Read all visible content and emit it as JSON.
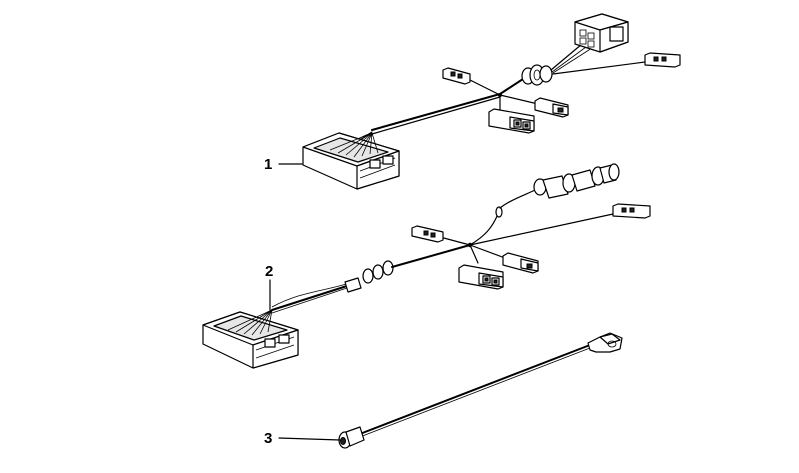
{
  "callouts": [
    {
      "id": "part-1",
      "label": "1"
    },
    {
      "id": "part-2",
      "label": "2"
    },
    {
      "id": "part-3",
      "label": "3"
    }
  ]
}
